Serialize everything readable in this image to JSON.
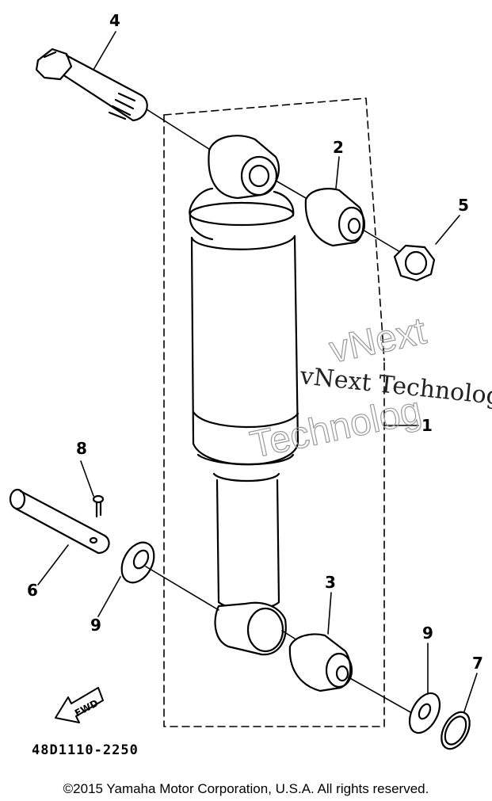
{
  "diagram": {
    "callouts": [
      {
        "id": "4",
        "label": "4"
      },
      {
        "id": "2",
        "label": "2"
      },
      {
        "id": "5",
        "label": "5"
      },
      {
        "id": "8",
        "label": "8"
      },
      {
        "id": "6",
        "label": "6"
      },
      {
        "id": "9a",
        "label": "9"
      },
      {
        "id": "3",
        "label": "3"
      },
      {
        "id": "9b",
        "label": "9"
      },
      {
        "id": "7",
        "label": "7"
      },
      {
        "id": "1",
        "label": "1"
      }
    ],
    "forward_label": "FWD",
    "part_code": "48D1110-2250",
    "watermark_serif": "vNext Technolog",
    "watermark_outline_1": "vNext",
    "watermark_outline_2": "Technolog"
  },
  "footer": {
    "copyright": "©2015 Yamaha Motor Corporation, U.S.A. All rights reserved."
  }
}
